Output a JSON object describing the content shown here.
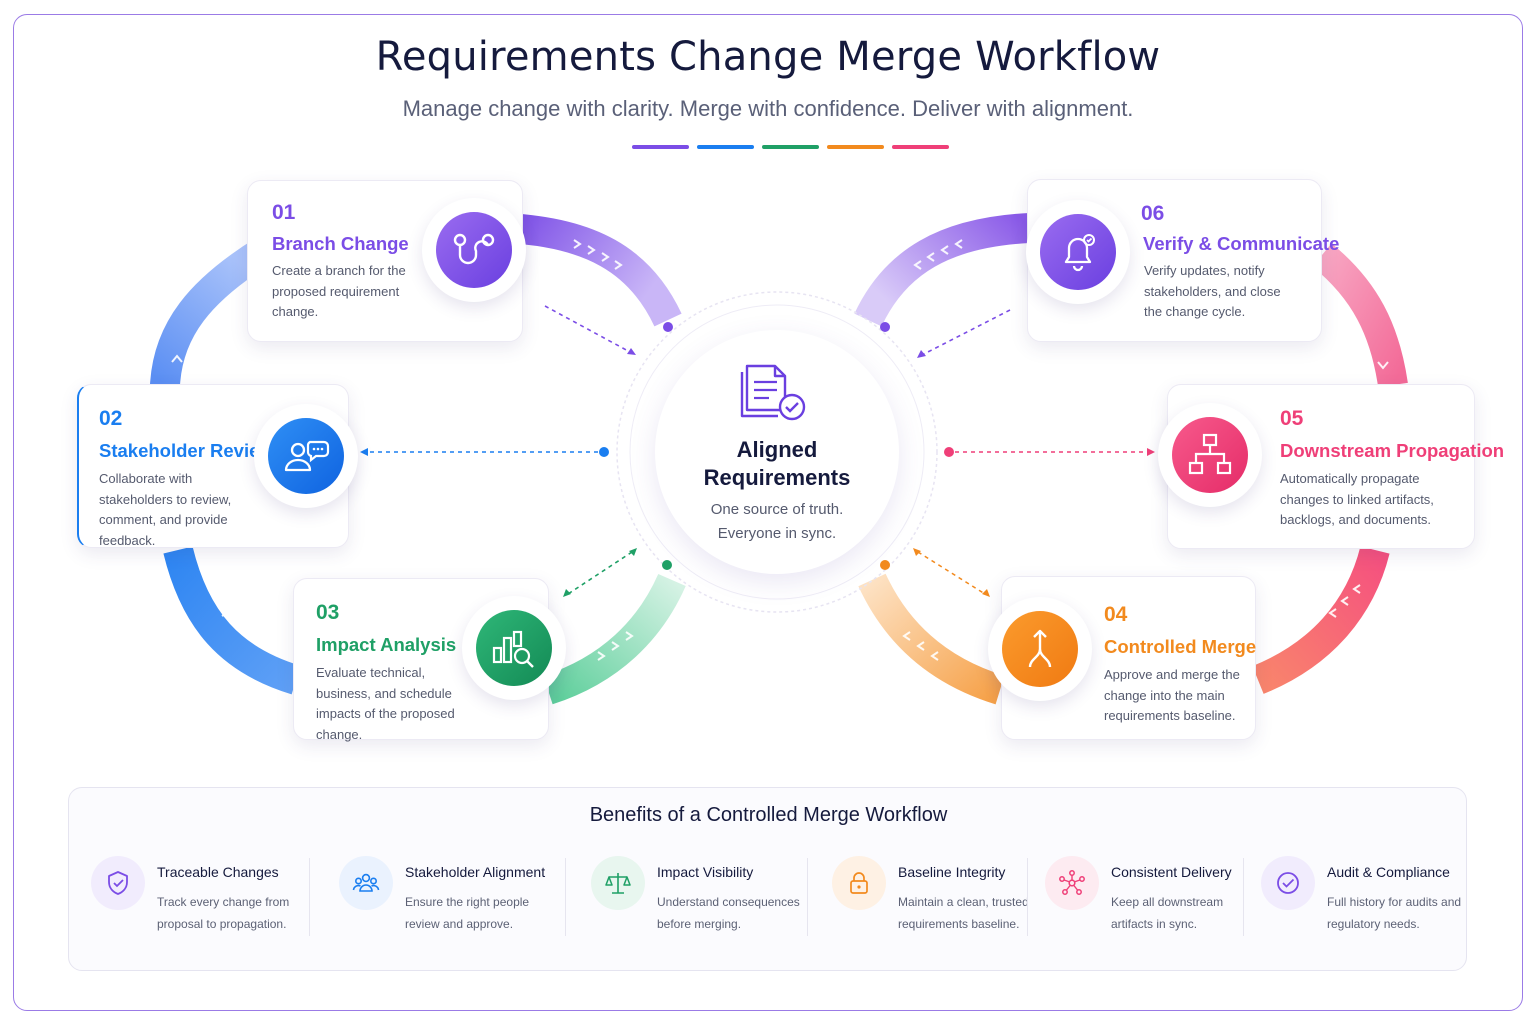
{
  "header": {
    "title": "Requirements Change Merge Workflow",
    "subtitle": "Manage change with clarity. Merge with confidence. Deliver with alignment."
  },
  "colors": {
    "purple": "#7b4de6",
    "blue": "#1a7ef0",
    "green": "#1fa066",
    "orange": "#f28a1e",
    "pink": "#ef3f78"
  },
  "center": {
    "title_line1": "Aligned",
    "title_line2": "Requirements",
    "text_line1": "One source of truth.",
    "text_line2": "Everyone in sync.",
    "icon": "document-check-icon"
  },
  "steps": [
    {
      "number": "01",
      "title": "Branch Change",
      "desc": "Create a branch for the proposed requirement change.",
      "icon": "branch-icon"
    },
    {
      "number": "02",
      "title": "Stakeholder Review",
      "desc": "Collaborate with stakeholders to review, comment, and provide feedback.",
      "icon": "people-chat-icon"
    },
    {
      "number": "03",
      "title": "Impact Analysis",
      "desc": "Evaluate technical, business, and schedule impacts of the proposed change.",
      "icon": "chart-search-icon"
    },
    {
      "number": "04",
      "title": "Controlled Merge",
      "desc": "Approve and merge the change into the main requirements baseline.",
      "icon": "merge-icon"
    },
    {
      "number": "05",
      "title": "Downstream Propagation",
      "desc": "Automatically propagate changes to linked artifacts, backlogs, and documents.",
      "icon": "hierarchy-icon"
    },
    {
      "number": "06",
      "title": "Verify & Communicate",
      "desc": "Verify updates, notify stakeholders, and close the change cycle.",
      "icon": "bell-check-icon"
    }
  ],
  "benefits": {
    "title": "Benefits of a Controlled Merge Workflow",
    "items": [
      {
        "name": "Traceable Changes",
        "desc": "Track every change from proposal to propagation.",
        "icon": "shield-check-icon"
      },
      {
        "name": "Stakeholder Alignment",
        "desc": "Ensure the right people review and approve.",
        "icon": "team-icon"
      },
      {
        "name": "Impact Visibility",
        "desc": "Understand consequences before merging.",
        "icon": "scale-icon"
      },
      {
        "name": "Baseline Integrity",
        "desc": "Maintain a clean, trusted requirements baseline.",
        "icon": "lock-icon"
      },
      {
        "name": "Consistent Delivery",
        "desc": "Keep all downstream artifacts in sync.",
        "icon": "network-icon"
      },
      {
        "name": "Audit & Compliance",
        "desc": "Full history for audits and regulatory needs.",
        "icon": "check-circle-icon"
      }
    ]
  }
}
